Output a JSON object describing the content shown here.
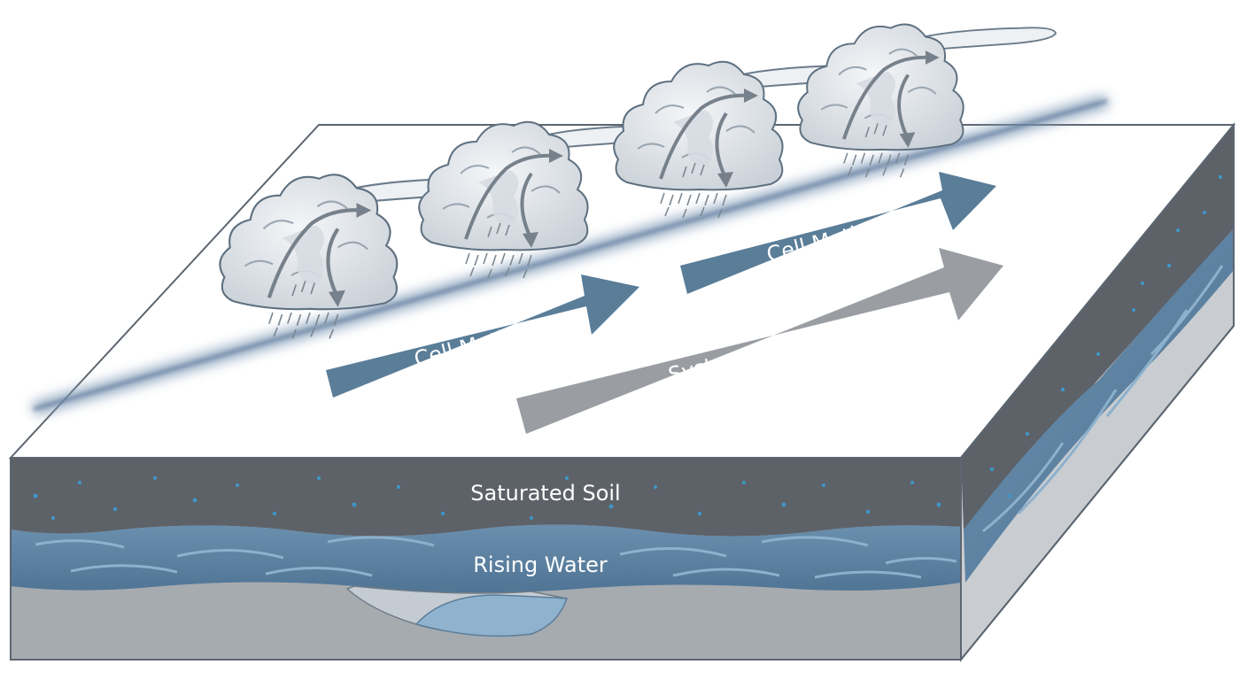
{
  "labels": {
    "cell_motion_lower": "Cell Motion",
    "cell_motion_upper": "Cell Motion",
    "system_motion": "System Motion",
    "saturated_soil": "Saturated Soil",
    "rising_water": "Rising Water"
  },
  "colors": {
    "surface": "#ffffff",
    "outline": "#5c6670",
    "soil": "#5d6268",
    "soil_speck": "#3f97c9",
    "water": "#5f83a3",
    "water_light": "#86a8c4",
    "bedrock": "#a6abb0",
    "bedrock_side": "#c9cdd1",
    "cell_arrow": "#5a7d98",
    "system_arrow": "#9a9ea3",
    "front_line": "#7f99b6",
    "cloud_fill": "#e9ecef",
    "cloud_stroke": "#5e7080"
  },
  "icons": {
    "cloud": "thunderstorm-cell-icon",
    "front": "frontal-boundary-line"
  }
}
